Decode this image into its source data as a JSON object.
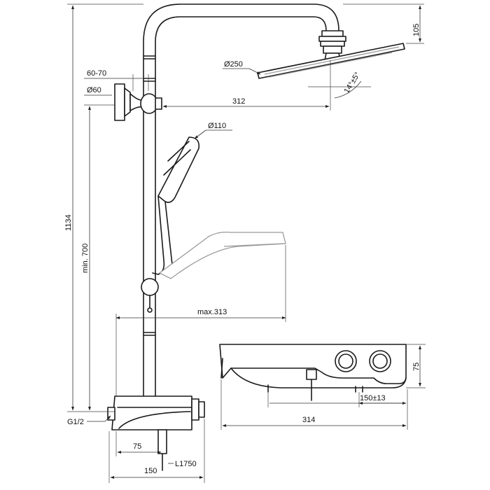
{
  "dimensions": {
    "d_110": "Ø110",
    "d_250": "Ø250",
    "d_60": "Ø60",
    "d_60_70": "60-70",
    "d_312": "312",
    "d_105": "105",
    "d_angle": "14°±5°",
    "d_1134": "1134",
    "d_min700": "min. 700",
    "d_max313": "max.313",
    "d_g12": "G1/2",
    "d_75": "75",
    "d_150": "150",
    "d_l1750": "L1750",
    "d_75_side": "75",
    "d_314": "314",
    "d_150_13": "150±13"
  }
}
